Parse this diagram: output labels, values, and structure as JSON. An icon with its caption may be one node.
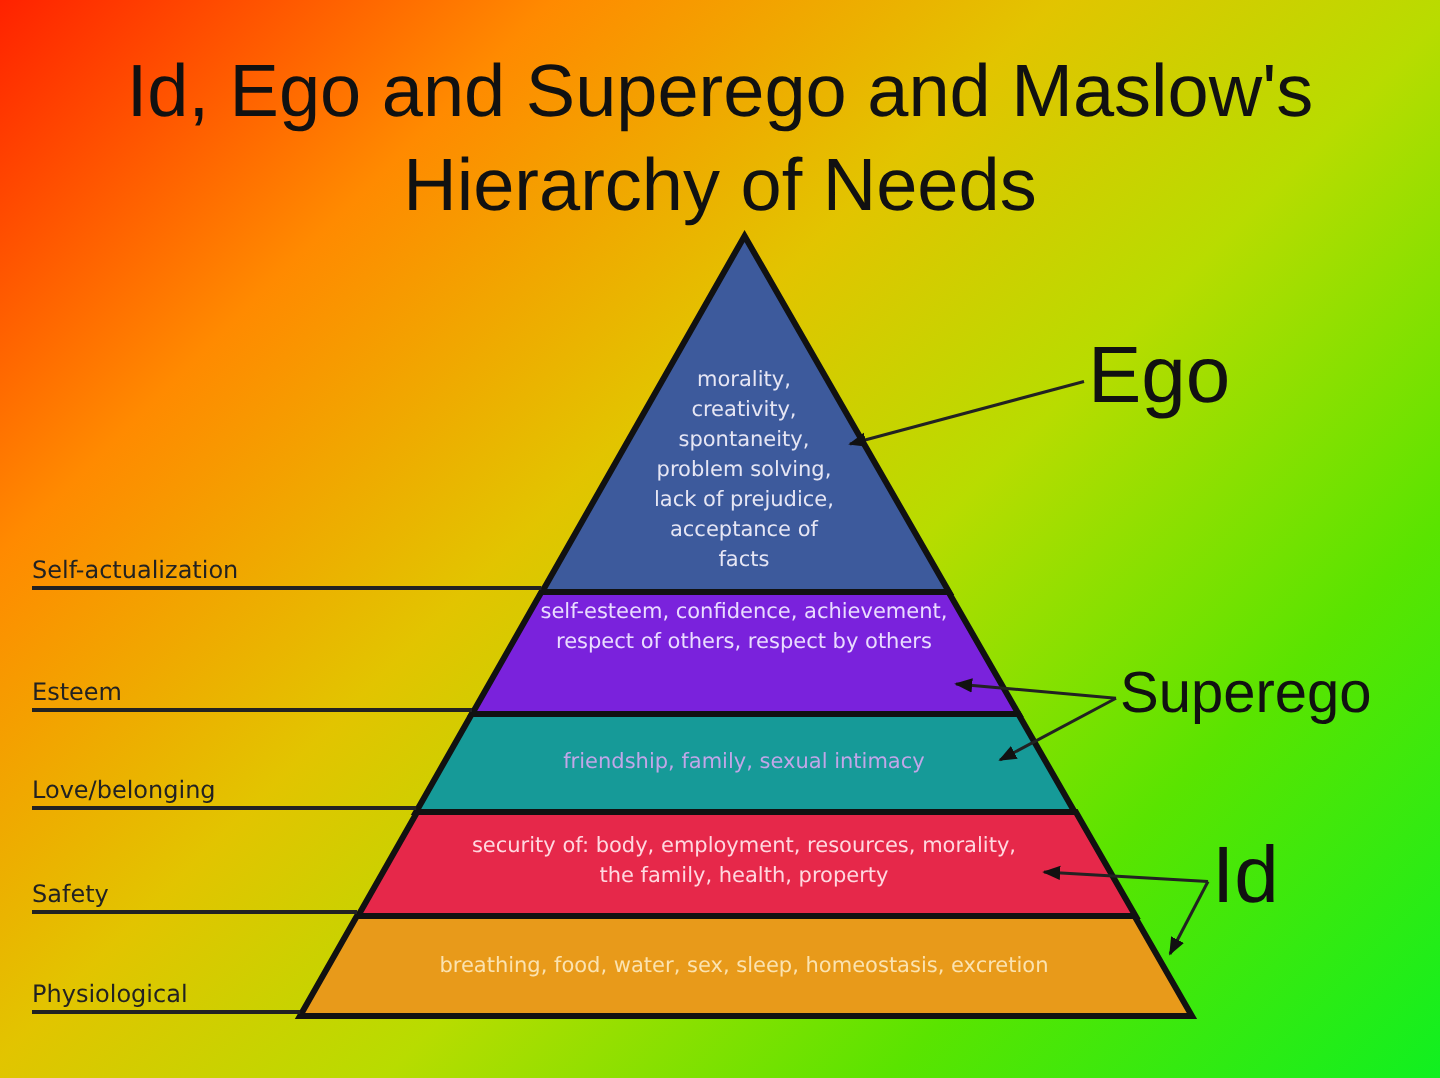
{
  "diagram": {
    "title": "Id, Ego and Superego and Maslow's Hierarchy of Needs",
    "nodes": [
      {
        "text": [
          "morality, creativity, spontaneity, problem solving, lack of prejudice, acceptance of facts"
        ]
      },
      {
        "text": [
          "self-esteem, confidence, achievement, respect of others, respect by others"
        ]
      },
      {
        "text": [
          "friendship, family, sexual intimacy"
        ]
      },
      {
        "text": [
          "security of: body, employment, resources, morality, the family, health, property"
        ]
      },
      {
        "text": [
          "breathing, food, water, sex, sleep, homeostasis, excretion"
        ]
      },
      {
        "text": [
          "Ego"
        ]
      },
      {
        "text": [
          "Superego"
        ]
      },
      {
        "text": [
          "Id"
        ]
      },
      {
        "text": [
          "Self-actualization"
        ]
      },
      {
        "text": [
          "Esteem"
        ]
      },
      {
        "text": [
          "Love/belonging"
        ]
      },
      {
        "text": [
          "Safety"
        ]
      },
      {
        "text": [
          "Physiological"
        ]
      }
    ],
    "edges": [
      {
        "from": 5,
        "to": 0,
        "arrow": "to"
      },
      {
        "from": 6,
        "to": 1,
        "arrow": "to"
      },
      {
        "from": 6,
        "to": 2,
        "arrow": "to"
      },
      {
        "from": 7,
        "to": 3,
        "arrow": "to"
      },
      {
        "from": 7,
        "to": 4,
        "arrow": "to"
      },
      {
        "from": 8,
        "to": 0,
        "arrow": "none"
      },
      {
        "from": 9,
        "to": 1,
        "arrow": "none"
      },
      {
        "from": 10,
        "to": 2,
        "arrow": "none"
      },
      {
        "from": 11,
        "to": 3,
        "arrow": "none"
      },
      {
        "from": 12,
        "to": 4,
        "arrow": "none"
      }
    ]
  }
}
